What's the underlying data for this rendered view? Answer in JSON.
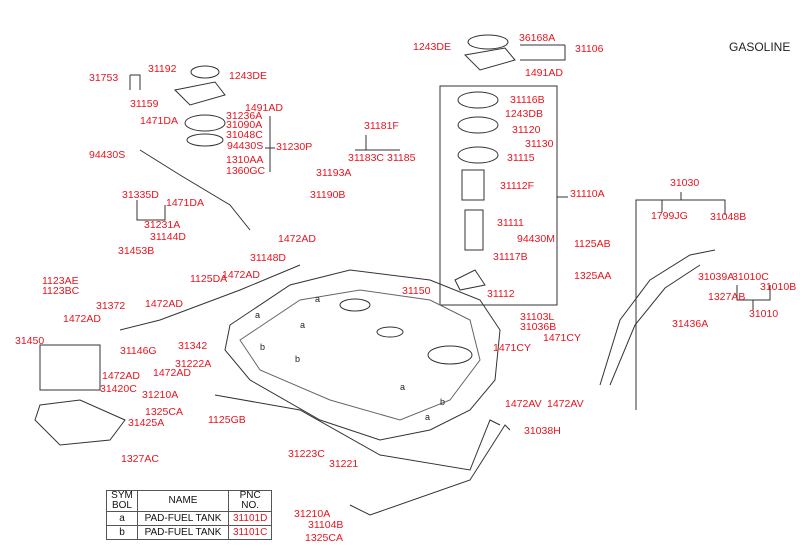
{
  "title": "GASOLINE",
  "colors": {
    "label": "#e8141e",
    "line": "#333333"
  },
  "part_labels": [
    "1243DE",
    "36168A",
    "31106",
    "1491AD",
    "31753",
    "31192",
    "1243DE",
    "31159",
    "1491AD",
    "1471DA",
    "31236A",
    "31090A",
    "31048C",
    "94430S",
    "31230P",
    "1310AA",
    "1360GC",
    "94430S",
    "31181F",
    "31183C",
    "31185",
    "31193A",
    "31190B",
    "31335D",
    "1471DA",
    "31231A",
    "31144D",
    "31453B",
    "1472AD",
    "31148D",
    "1472AD",
    "1125DA",
    "1123AE",
    "1123BC",
    "31372",
    "1472AD",
    "31450",
    "1472AD",
    "31146G",
    "31342",
    "1472AD",
    "1472AD",
    "31420C",
    "31222A",
    "31210A",
    "1325CA",
    "1125GB",
    "31425A",
    "1327AC",
    "31223C",
    "31221",
    "31210A",
    "31104B",
    "1325CA",
    "31116B",
    "1243DB",
    "31120",
    "31130",
    "31115",
    "31112F",
    "31110A",
    "31111",
    "94430M",
    "31117B",
    "31112",
    "31150",
    "31030",
    "1799JG",
    "31048B",
    "1125AB",
    "1325AA",
    "31039A",
    "31010C",
    "31010B",
    "1327AB",
    "31010",
    "31436A",
    "31103L",
    "31036B",
    "1471CY",
    "1471CY",
    "1472AV",
    "1472AV",
    "31038H"
  ],
  "symbol_table": {
    "headers": [
      "SYM BOL",
      "NAME",
      "PNC NO."
    ],
    "rows": [
      {
        "symbol": "a",
        "name": "PAD-FUEL TANK",
        "pnc": "31101D"
      },
      {
        "symbol": "b",
        "name": "PAD-FUEL TANK",
        "pnc": "31101C"
      }
    ]
  },
  "tank_pad_markers": [
    "a",
    "a",
    "a",
    "b",
    "b",
    "a",
    "b",
    "a"
  ]
}
